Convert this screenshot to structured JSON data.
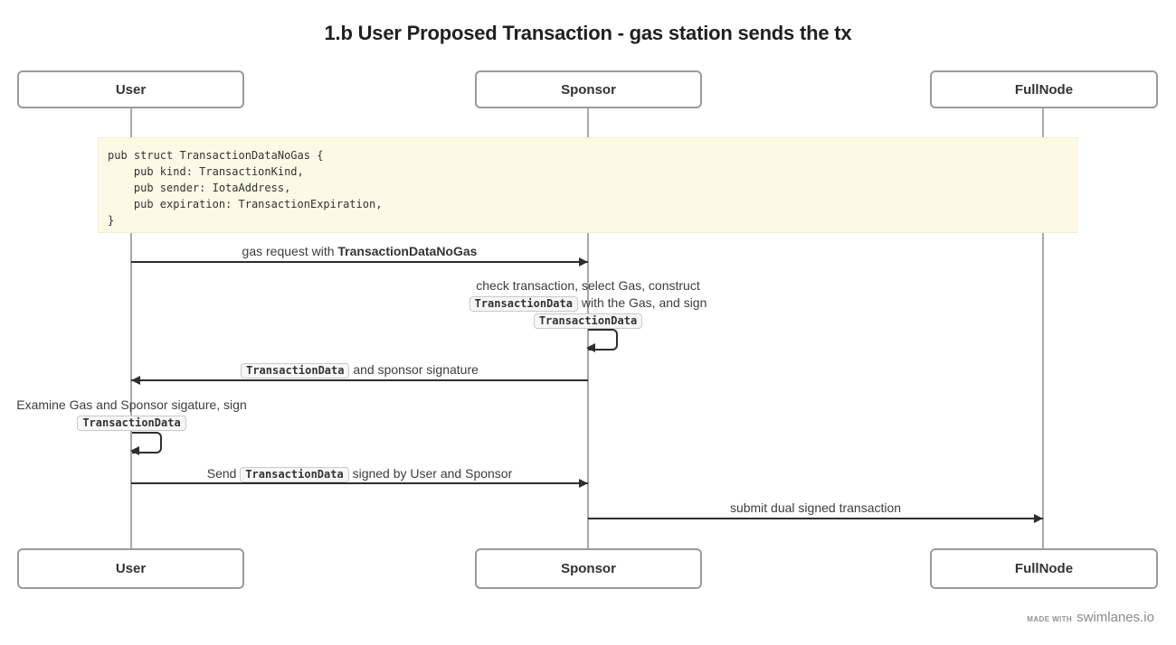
{
  "title": "1.b User Proposed Transaction - gas station sends the tx",
  "actors": {
    "user": "User",
    "sponsor": "Sponsor",
    "fullnode": "FullNode"
  },
  "code_note": "pub struct TransactionDataNoGas {\n    pub kind: TransactionKind,\n    pub sender: IotaAddress,\n    pub expiration: TransactionExpiration,\n}",
  "messages": {
    "gas_request": {
      "from": "User",
      "to": "Sponsor",
      "lines": [
        [
          {
            "t": "text",
            "v": "gas request with "
          },
          {
            "t": "bold",
            "v": "TransactionDataNoGas"
          }
        ]
      ]
    },
    "sponsor_self": {
      "from": "Sponsor",
      "to": "Sponsor",
      "lines": [
        [
          {
            "t": "text",
            "v": "check transaction, select Gas, construct"
          }
        ],
        [
          {
            "t": "code",
            "v": "TransactionData"
          },
          {
            "t": "text",
            "v": " with the Gas, and sign"
          }
        ],
        [
          {
            "t": "code",
            "v": "TransactionData"
          }
        ]
      ]
    },
    "sponsor_response": {
      "from": "Sponsor",
      "to": "User",
      "lines": [
        [
          {
            "t": "code",
            "v": "TransactionData"
          },
          {
            "t": "text",
            "v": " and sponsor signature"
          }
        ]
      ]
    },
    "user_self": {
      "from": "User",
      "to": "User",
      "lines": [
        [
          {
            "t": "text",
            "v": "Examine Gas and Sponsor sigature, sign"
          }
        ],
        [
          {
            "t": "code",
            "v": "TransactionData"
          }
        ]
      ]
    },
    "send_signed": {
      "from": "User",
      "to": "Sponsor",
      "lines": [
        [
          {
            "t": "text",
            "v": "Send "
          },
          {
            "t": "code",
            "v": "TransactionData"
          },
          {
            "t": "text",
            "v": " signed by User and Sponsor"
          }
        ]
      ]
    },
    "submit": {
      "from": "Sponsor",
      "to": "FullNode",
      "lines": [
        [
          {
            "t": "text",
            "v": "submit dual signed transaction"
          }
        ]
      ]
    }
  },
  "footer": {
    "made_with": "MADE WITH",
    "brand": "swimlanes.io"
  },
  "colors": {
    "arrow": "#2e2e2e",
    "lifeline": "#a8a8a8",
    "box_border": "#9a9a9a",
    "note_bg": "#fcf9e7",
    "chip_bg": "#f7f7f7",
    "chip_border": "#c9c9c9",
    "text": "#3d3d3d"
  }
}
